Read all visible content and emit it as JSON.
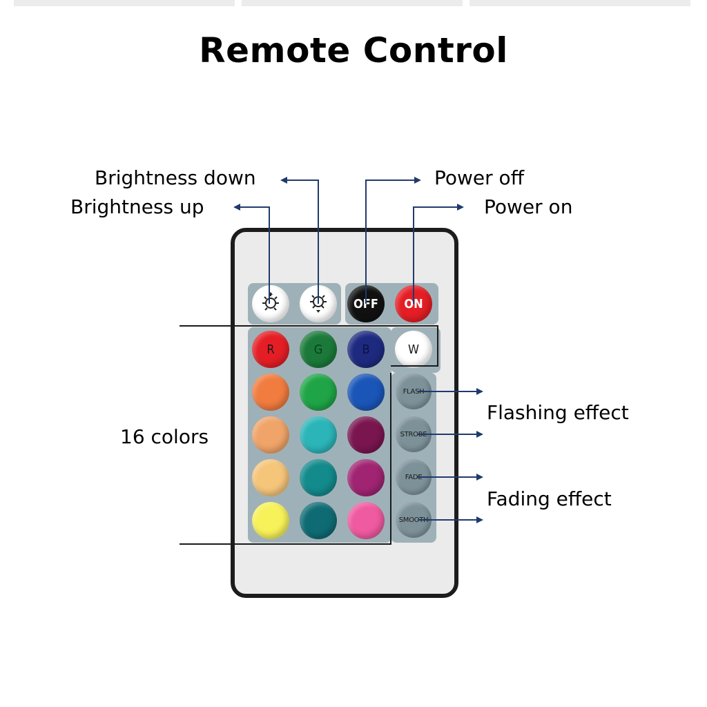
{
  "title": "Remote Control",
  "labels": {
    "brightness_down": "Brightness down",
    "brightness_up": "Brightness up",
    "power_off": "Power off",
    "power_on": "Power on",
    "sixteen_colors": "16 colors",
    "flashing_effect": "Flashing effect",
    "fading_effect": "Fading effect"
  },
  "keys": {
    "off": "OFF",
    "on": "ON",
    "r": "R",
    "g": "G",
    "b": "B",
    "w": "W",
    "flash": "FLASH",
    "strobe": "STROBE",
    "fade": "FADE",
    "smooth": "SMOOTH"
  },
  "icons": {
    "brightness_up_key": "sun-up-icon",
    "brightness_down_key": "sun-down-icon"
  },
  "colors": {
    "arrow": "#1f3a6b",
    "panel": "#9fb1b8",
    "remote_body": "#ebebeb",
    "red": "#e51e25",
    "green": "#1b7a3a",
    "blue": "#1e2a80",
    "white": "#ffffff",
    "color_keys": [
      "#f07c3f",
      "#1fa547",
      "#1a56b8",
      "#f0a469",
      "#2bb5b8",
      "#7a1550",
      "#f5c57a",
      "#138a8c",
      "#a02472",
      "#f7f15a",
      "#0f6b73",
      "#ef5aa0"
    ]
  }
}
